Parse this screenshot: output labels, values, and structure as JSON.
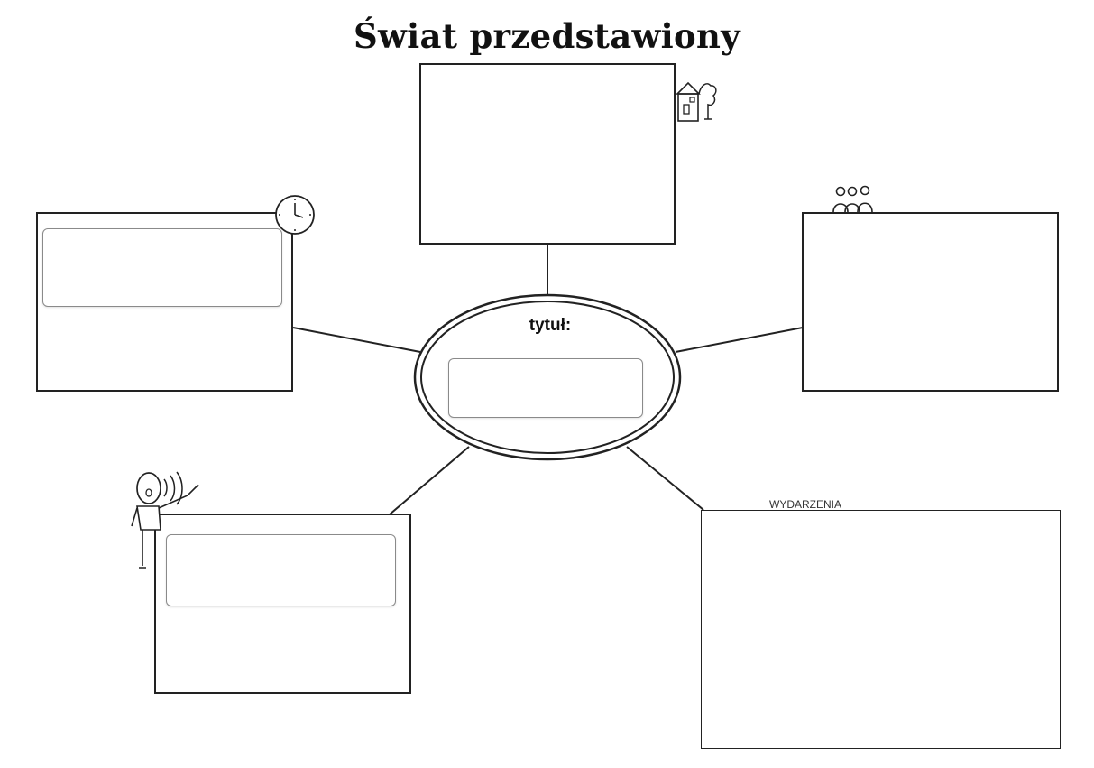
{
  "page": {
    "title": "Świat przedstawiony"
  },
  "center": {
    "label": "tytuł:",
    "input_value": ""
  },
  "events": {
    "label": "WYDARZENIA"
  },
  "fields": {
    "time_value": "",
    "narrator_value": ""
  },
  "icons": {
    "place": "house-icon",
    "time": "clock-icon",
    "characters": "people-icon",
    "narrator": "speaking-person-icon"
  }
}
